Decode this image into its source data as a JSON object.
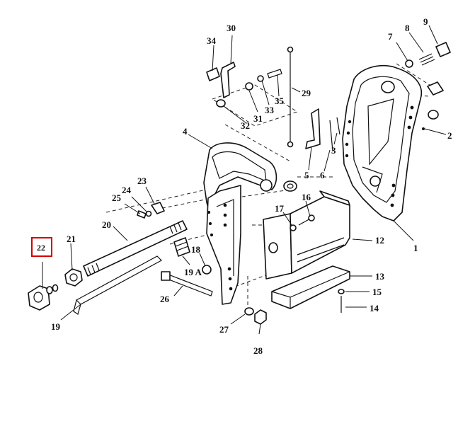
{
  "diagram": {
    "highlight_color": "#d40000",
    "callouts": [
      {
        "id": "c22",
        "text": "22"
      },
      {
        "id": "c21",
        "text": "21"
      },
      {
        "id": "c20",
        "text": "20"
      },
      {
        "id": "c19",
        "text": "19"
      },
      {
        "id": "c19a",
        "text": "19 A"
      },
      {
        "id": "c18",
        "text": "18"
      },
      {
        "id": "c26",
        "text": "26"
      },
      {
        "id": "c25",
        "text": "25"
      },
      {
        "id": "c24",
        "text": "24"
      },
      {
        "id": "c23",
        "text": "23"
      },
      {
        "id": "c4",
        "text": "4"
      },
      {
        "id": "c34",
        "text": "34"
      },
      {
        "id": "c30",
        "text": "30"
      },
      {
        "id": "c33",
        "text": "33"
      },
      {
        "id": "c35",
        "text": "35"
      },
      {
        "id": "c31",
        "text": "31"
      },
      {
        "id": "c32",
        "text": "32"
      },
      {
        "id": "c29",
        "text": "29"
      },
      {
        "id": "c7",
        "text": "7"
      },
      {
        "id": "c8",
        "text": "8"
      },
      {
        "id": "c9",
        "text": "9"
      },
      {
        "id": "c2",
        "text": "2"
      },
      {
        "id": "c5",
        "text": "5"
      },
      {
        "id": "c6",
        "text": "6"
      },
      {
        "id": "c3",
        "text": "3"
      },
      {
        "id": "c16",
        "text": "16"
      },
      {
        "id": "c17",
        "text": "17"
      },
      {
        "id": "c12",
        "text": "12"
      },
      {
        "id": "c1",
        "text": "1"
      },
      {
        "id": "c13",
        "text": "13"
      },
      {
        "id": "c15",
        "text": "15"
      },
      {
        "id": "c14",
        "text": "14"
      },
      {
        "id": "c27",
        "text": "27"
      },
      {
        "id": "c28",
        "text": "28"
      }
    ]
  }
}
